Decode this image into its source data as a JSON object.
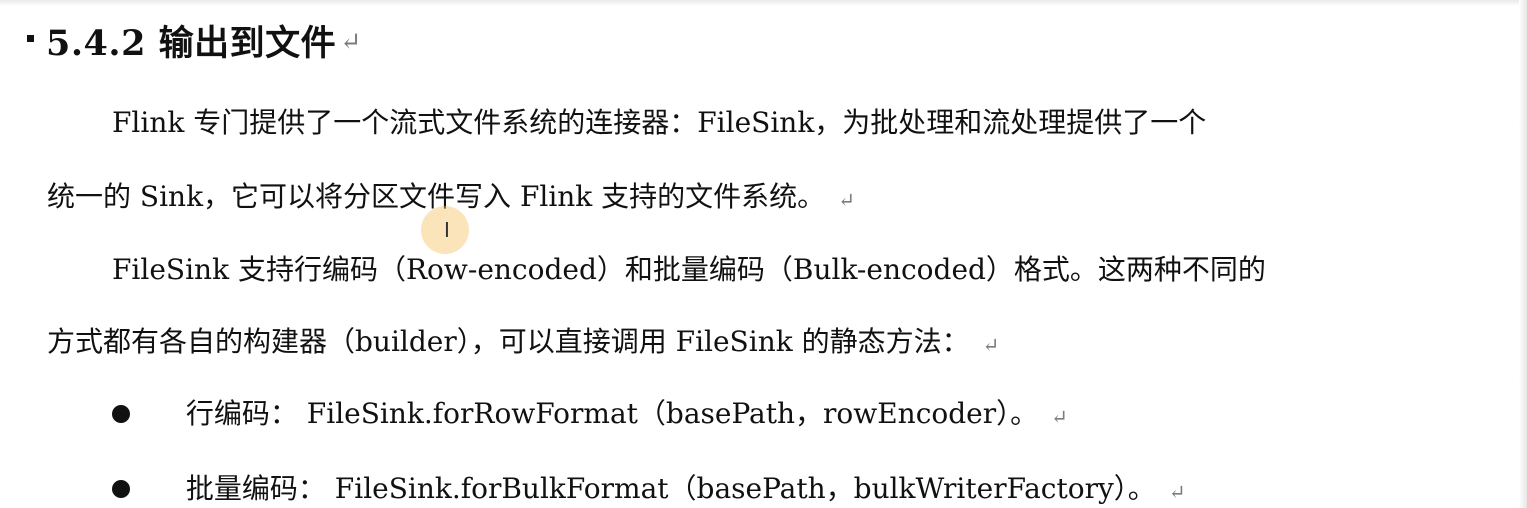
{
  "heading": {
    "text": "5.4.2 输出到文件",
    "mark": "↵"
  },
  "paragraphs": [
    {
      "line1": "Flink 专门提供了一个流式文件系统的连接器：FileSink，为批处理和流处理提供了一个",
      "line2": "统一的 Sink，它可以将分区文件写入 Flink 支持的文件系统。",
      "mark": "↵"
    },
    {
      "line1": "FileSink 支持行编码（Row-encoded）和批量编码（Bulk-encoded）格式。这两种不同的",
      "line2": "方式都有各自的构建器（builder），可以直接调用 FileSink 的静态方法：",
      "mark": "↵"
    }
  ],
  "bullets": [
    {
      "text": "行编码： FileSink.forRowFormat（basePath，rowEncoder）。",
      "mark": "↵"
    },
    {
      "text": "批量编码： FileSink.forBulkFormat（basePath，bulkWriterFactory）。",
      "mark": "↵"
    }
  ],
  "cursor": {
    "glyph": "I"
  }
}
